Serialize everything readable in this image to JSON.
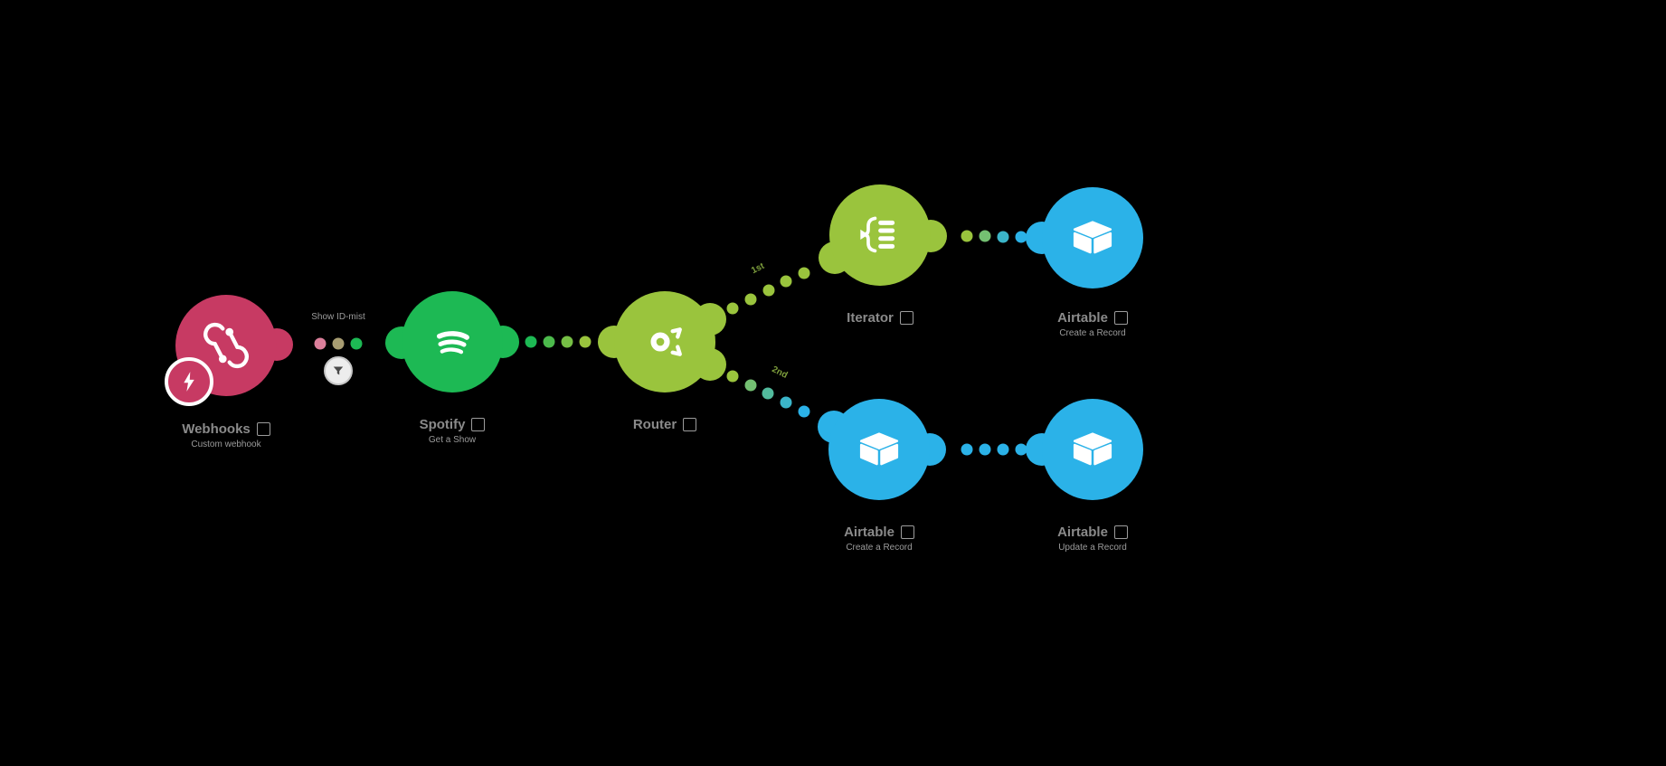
{
  "colors": {
    "canvas_bg": "#000000",
    "webhooks": "#c73a63",
    "spotify": "#1db954",
    "flow": "#9ac43d",
    "airtable": "#2bb2e8",
    "label": "#8a8a8a",
    "sublabel": "#9b9b9b",
    "route": "#7d9e3c",
    "t_pink": "#dc7f9b",
    "t_olive": "#a89d72",
    "g1": "#4cba4c",
    "g2": "#76bf45",
    "lb1": "#74c072",
    "lb2": "#52bb9d",
    "lb3": "#3bb5c9",
    "checkbox_border": "#9c9c9c",
    "filter_bg": "#ededed",
    "filter_border": "#c6c6c6",
    "filter_glyph": "#4a4a4a"
  },
  "modules": {
    "webhooks": {
      "label": "Webhooks",
      "sublabel": "Custom webhook"
    },
    "spotify": {
      "label": "Spotify",
      "sublabel": "Get a Show"
    },
    "router": {
      "label": "Router"
    },
    "iterator": {
      "label": "Iterator"
    },
    "airtable_create_top": {
      "label": "Airtable",
      "sublabel": "Create a Record"
    },
    "airtable_create_bottom": {
      "label": "Airtable",
      "sublabel": "Create a Record"
    },
    "airtable_update": {
      "label": "Airtable",
      "sublabel": "Update a Record"
    }
  },
  "connections": {
    "webhook_spotify_note": "Show ID-mist",
    "route_first": "1st",
    "route_second": "2nd"
  },
  "icons": {
    "webhooks": "webhook-icon",
    "webhooks_badge": "lightning-bolt-icon",
    "spotify": "spotify-logo-icon",
    "router": "router-split-icon",
    "iterator": "iterator-list-icon",
    "airtable": "airtable-cube-icon",
    "filter": "filter-funnel-icon"
  }
}
